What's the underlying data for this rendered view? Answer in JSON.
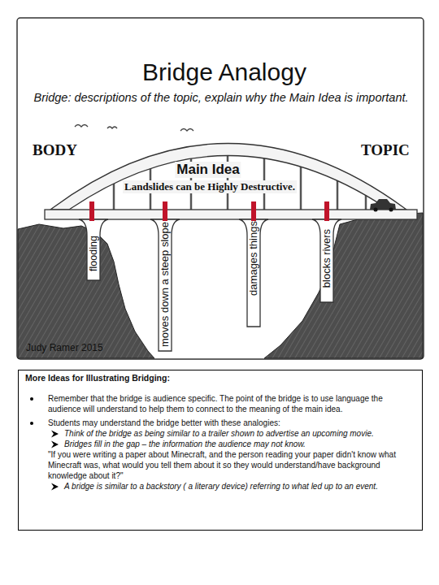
{
  "diagram": {
    "title": "Bridge Analogy",
    "nodes": [
      {
        "text": [
          "More Ideas for Illustrating Bridging:",
          "Remember that the bridge is audience specific.  The point of the bridge is to use language the audience will understand to help them to connect to the meaning of the main idea.",
          "Students may understand the bridge better with these analogies:",
          "Think of the bridge as being similar to a trailer shown to advertise an upcoming movie.",
          "Bridges fill in the gap – the information the audience may not know.",
          "\"If you were writing a paper about Minecraft, and the person reading your paper didn't know what Minecraft was, what would you tell them about it so they would understand/have background knowledge about it?\"",
          "A bridge is similar to a backstory ( a literary device) referring to what led up to an event."
        ]
      }
    ],
    "labels": [
      "Bridge: descriptions of the topic, explain why the Main Idea is important.",
      "BODY",
      "TOPIC",
      "Main Idea",
      "Landslides can be Highly Destructive.",
      "flooding",
      "moves down a steep slope",
      "damages things",
      "blocks rivers",
      "Judy Ramer 2015"
    ]
  }
}
